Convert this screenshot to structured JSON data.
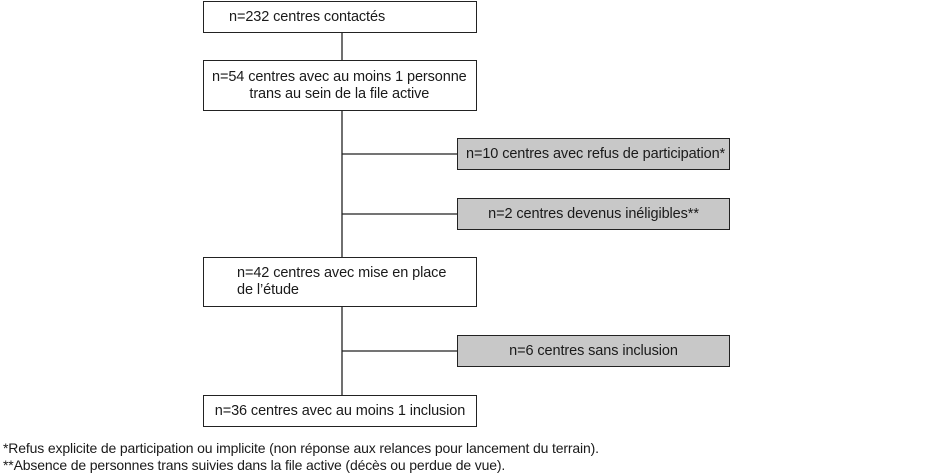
{
  "flow": {
    "boxes": {
      "contacted": "n=232 centres contactés",
      "with_trans_line1": "n=54 centres avec au moins 1 personne",
      "with_trans_line2": "trans au sein de la file active",
      "refused": "n=10 centres avec refus de participation*",
      "ineligible": "n=2 centres devenus inéligibles**",
      "implemented_line1": "n=42 centres avec mise en place",
      "implemented_line2": "de l’étude",
      "no_inclusion": "n=6 centres sans inclusion",
      "with_inclusion": "n=36 centres avec au moins 1 inclusion"
    }
  },
  "footnotes": {
    "note1": "*Refus explicite de participation ou implicite (non réponse aux relances pour lancement du terrain).",
    "note2": "**Absence de personnes trans suivies dans la file active (décès ou perdue de vue)."
  },
  "colors": {
    "box_border": "#222222",
    "excluded_fill": "#c8c8c8",
    "included_fill": "#ffffff",
    "connector": "#222222"
  }
}
